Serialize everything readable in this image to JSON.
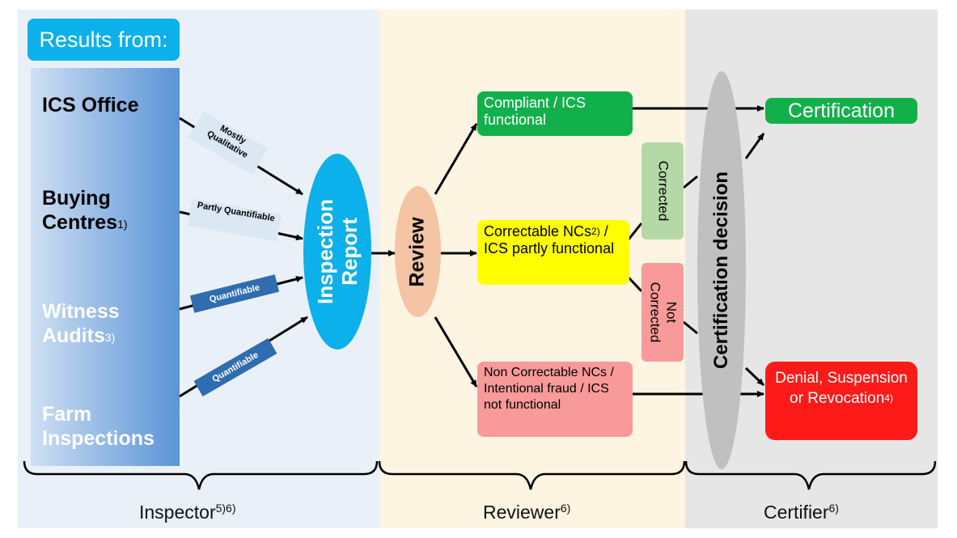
{
  "results_from": "Results from:",
  "sources": [
    {
      "label": "ICS Office",
      "sup": ""
    },
    {
      "label": "Buying Centres",
      "sup": "1)"
    },
    {
      "label": "Witness Audits",
      "sup": "3)"
    },
    {
      "label": "Farm Inspections",
      "sup": ""
    }
  ],
  "tags": {
    "mostly": "Mostly Qualitative",
    "partly": "Partly Quantifiable",
    "quant1": "Quantifiable",
    "quant2": "Quantifiable"
  },
  "inspection_report": "Inspection Report",
  "review": "Review",
  "outcomes": {
    "compliant": "Compliant / ICS functional",
    "correctable_pre": "Correctable NCs",
    "correctable_sup": "2)",
    "correctable_post": " / ICS partly functional",
    "noncorrectable": "Non Correctable NCs / Intentional fraud / ICS not functional"
  },
  "corrected": "Corrected",
  "not_corrected": "Not Corrected",
  "certification_decision": "Certification decision",
  "results": {
    "certification": "Certification",
    "denial": "Denial, Suspension or Revocation",
    "denial_sup": "4)"
  },
  "roles": {
    "inspector": "Inspector",
    "inspector_sup": "5)6)",
    "reviewer": "Reviewer",
    "reviewer_sup": "6)",
    "certifier": "Certifier",
    "certifier_sup": "6)"
  },
  "colors": {
    "green": "#12b04b",
    "yellow": "#ffff00",
    "pink": "#f89a9a",
    "red": "#ff1a1a",
    "blue": "#0cb0ea",
    "peach": "#f4c4a4",
    "grey": "#c0c0c0"
  }
}
